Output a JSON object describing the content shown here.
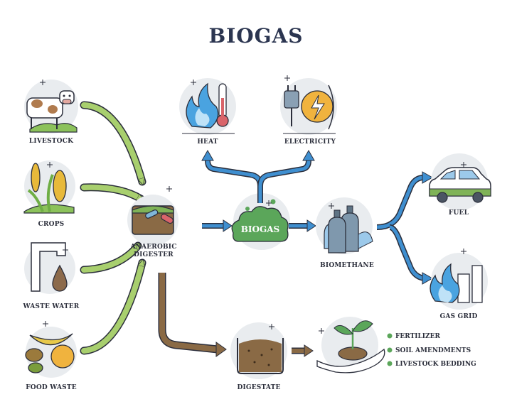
{
  "title": "BIOGAS",
  "sources": {
    "livestock": "LIVESTOCK",
    "crops": "CROPS",
    "waste_water": "WASTE WATER",
    "food_waste": "FOOD WASTE"
  },
  "digester": {
    "line1": "ANAEROBIC",
    "line2": "DIGESTER"
  },
  "center": {
    "biogas": "BIOGAS"
  },
  "uses": {
    "heat": "HEAT",
    "electricity": "ELECTRICITY"
  },
  "biomethane": "BIOMETHANE",
  "outputs": {
    "fuel": "FUEL",
    "gas_grid": "GAS GRID"
  },
  "digestate": "DIGESTATE",
  "digestate_uses": [
    "FERTILIZER",
    "SOIL AMENDMENTS",
    "LIVESTOCK BEDDING"
  ],
  "colors": {
    "green_arrow": "#a8cf6e",
    "blue_arrow": "#3f8fd0",
    "brown_arrow": "#8a6a45",
    "biogas_cloud": "#5ba65a",
    "outline": "#2b2e3b"
  }
}
